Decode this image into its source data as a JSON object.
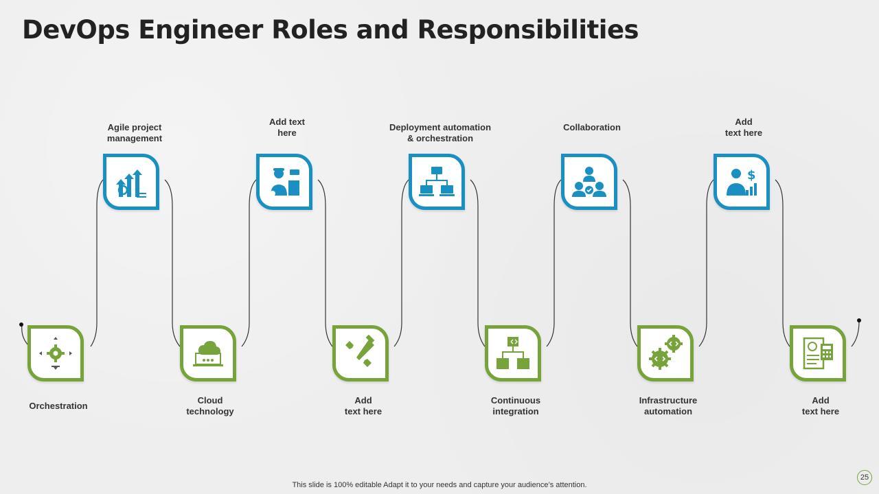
{
  "title": "DevOps Engineer Roles and Responsibilities",
  "colors": {
    "blue": "#1a8fc2",
    "green": "#76a33a",
    "text": "#222222",
    "line": "#333333"
  },
  "top_row": [
    {
      "label": "Agile project\nmanagement",
      "icon": "agile-growth-icon"
    },
    {
      "label": "Add text\nhere",
      "icon": "engineer-icon"
    },
    {
      "label": "Deployment automation\n& orchestration",
      "icon": "network-hierarchy-icon"
    },
    {
      "label": "Collaboration",
      "icon": "team-collaboration-icon"
    },
    {
      "label": "Add\ntext here",
      "icon": "business-finance-icon"
    }
  ],
  "bottom_row": [
    {
      "label": "Orchestration",
      "icon": "gear-head-icon"
    },
    {
      "label": "Cloud\ntechnology",
      "icon": "cloud-laptop-icon"
    },
    {
      "label": "Add\ntext here",
      "icon": "tools-icon"
    },
    {
      "label": "Continuous\nintegration",
      "icon": "code-blocks-icon"
    },
    {
      "label": "Infrastructure\nautomation",
      "icon": "code-gears-icon"
    },
    {
      "label": "Add\ntext here",
      "icon": "finance-document-icon"
    }
  ],
  "footer": "This slide is 100% editable Adapt it to your needs and capture your audience’s attention.",
  "page_number": "25"
}
